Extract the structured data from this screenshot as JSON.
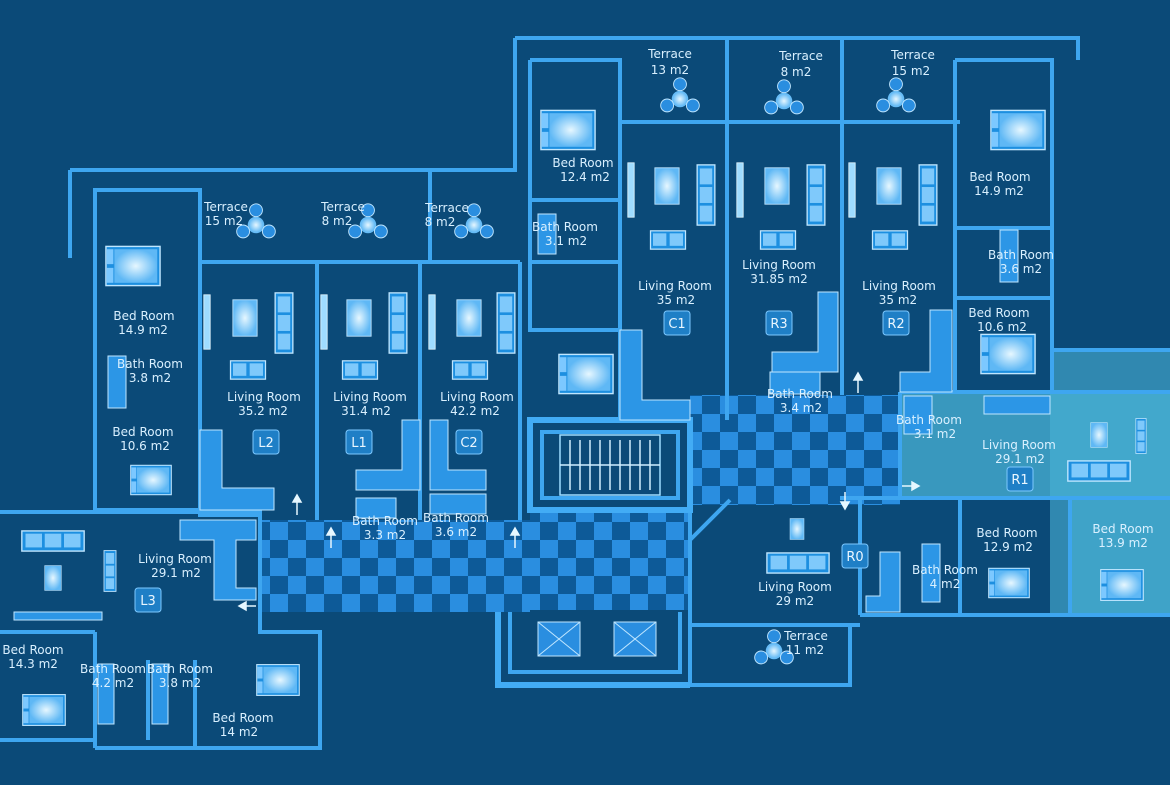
{
  "accent_colors": {
    "background": "#0b4a78",
    "wall": "#3ea6f0",
    "highlight_unit": "#49b3d6",
    "corridor_dark": "#0d5a98",
    "corridor_light": "#2a8ee0",
    "label": "#d9f0ff"
  },
  "rooms": [
    {
      "name": "Terrace",
      "area": "13 m2"
    },
    {
      "name": "Terrace",
      "area": "8 m2"
    },
    {
      "name": "Terrace",
      "area": "15 m2"
    },
    {
      "name": "Bed Room",
      "area": "12.4 m2"
    },
    {
      "name": "Bed Room",
      "area": "14.9 m2"
    },
    {
      "name": "Terrace",
      "area": "15 m2"
    },
    {
      "name": "Terrace",
      "area": "8 m2"
    },
    {
      "name": "Terrace",
      "area": "8 m2"
    },
    {
      "name": "Bath Room",
      "area": "3.1 m2"
    },
    {
      "name": "Bath Room",
      "area": "3.6 m2"
    },
    {
      "name": "Living Room",
      "area": "35  m2"
    },
    {
      "name": "Living Room",
      "area": "31.85 m2"
    },
    {
      "name": "Living Room",
      "area": "35 m2"
    },
    {
      "name": "Bed Room",
      "area": "10.6 m2"
    },
    {
      "name": "Bed Room",
      "area": "14.9 m2"
    },
    {
      "name": "Bath Room",
      "area": "3.8 m2"
    },
    {
      "name": "Bath Room",
      "area": "3.4 m2"
    },
    {
      "name": "Bath Room",
      "area": "3.1 m2"
    },
    {
      "name": "Living Room",
      "area": "29.1 m2"
    },
    {
      "name": "Living Room",
      "area": "35.2  m2"
    },
    {
      "name": "Living Room",
      "area": "31.4  m2"
    },
    {
      "name": "Living Room",
      "area": "42.2  m2"
    },
    {
      "name": "Bed Room",
      "area": "10.6 m2"
    },
    {
      "name": "Bath Room",
      "area": "3.3 m2"
    },
    {
      "name": "Bath Room",
      "area": "3.6 m2"
    },
    {
      "name": "Bed Room",
      "area": "13.9 m2"
    },
    {
      "name": "Bed Room",
      "area": "12.9 m2"
    },
    {
      "name": "Living Room",
      "area": "29.1 m2"
    },
    {
      "name": "Bath Room",
      "area": "4 m2"
    },
    {
      "name": "Living Room",
      "area": "29 m2"
    },
    {
      "name": "Terrace",
      "area": "11 m2"
    },
    {
      "name": "Bed Room",
      "area": "14.3 m2"
    },
    {
      "name": "Bath Room",
      "area": "4.2 m2"
    },
    {
      "name": "Bath Room",
      "area": "3.8 m2"
    },
    {
      "name": "Bed Room",
      "area": "14 m2"
    }
  ],
  "unit_codes": [
    "C1",
    "R3",
    "R2",
    "L2",
    "L1",
    "C2",
    "R1",
    "R0",
    "L3"
  ],
  "icons": [
    "table-with-chairs-icon",
    "bed-icon",
    "sofa-icon",
    "stair-icon",
    "door-arrow-icon",
    "bathtub-icon",
    "toilet-icon"
  ]
}
